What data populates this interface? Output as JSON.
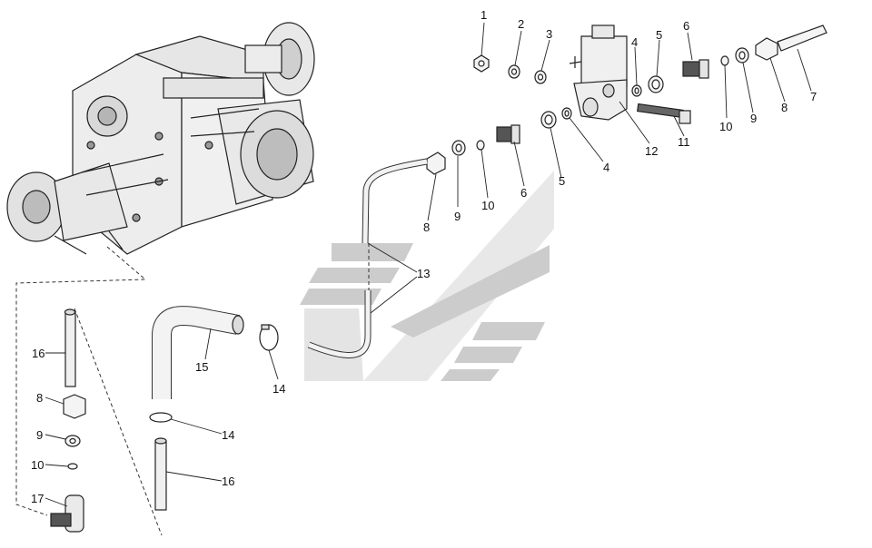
{
  "diagram": {
    "callouts": [
      {
        "id": "c1",
        "text": "1"
      },
      {
        "id": "c2",
        "text": "2"
      },
      {
        "id": "c3",
        "text": "3"
      },
      {
        "id": "c4a",
        "text": "4"
      },
      {
        "id": "c5a",
        "text": "5"
      },
      {
        "id": "c6a",
        "text": "6"
      },
      {
        "id": "c7",
        "text": "7"
      },
      {
        "id": "c8a",
        "text": "8"
      },
      {
        "id": "c9a",
        "text": "9"
      },
      {
        "id": "c10a",
        "text": "10"
      },
      {
        "id": "c11",
        "text": "11"
      },
      {
        "id": "c12",
        "text": "12"
      },
      {
        "id": "c4b",
        "text": "4"
      },
      {
        "id": "c5b",
        "text": "5"
      },
      {
        "id": "c6b",
        "text": "6"
      },
      {
        "id": "c10b",
        "text": "10"
      },
      {
        "id": "c9b",
        "text": "9"
      },
      {
        "id": "c8b",
        "text": "8"
      },
      {
        "id": "c13",
        "text": "13"
      },
      {
        "id": "c14a",
        "text": "14"
      },
      {
        "id": "c15",
        "text": "15"
      },
      {
        "id": "c14b",
        "text": "14"
      },
      {
        "id": "c16a",
        "text": "16"
      },
      {
        "id": "c16b",
        "text": "16"
      },
      {
        "id": "c8c",
        "text": "8"
      },
      {
        "id": "c9c",
        "text": "9"
      },
      {
        "id": "c10c",
        "text": "10"
      },
      {
        "id": "c17",
        "text": "17"
      }
    ],
    "colors": {
      "line": "#222222",
      "part_fill": "#f4f4f4",
      "watermark": "#b8b8b8"
    }
  }
}
